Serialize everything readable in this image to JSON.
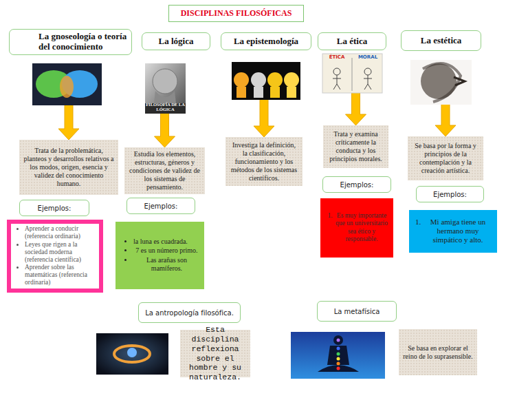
{
  "diagram": {
    "title": "DISCIPLINAS FILOSÓFICAS",
    "nodes": [
      {
        "text": [
          "La gnoseología o teoría del conocimiento"
        ]
      },
      {
        "text": [
          "La lógica"
        ]
      },
      {
        "text": [
          "La epistemología"
        ]
      },
      {
        "text": [
          "La ética"
        ]
      },
      {
        "text": [
          "La estética"
        ]
      },
      {
        "text": [
          "Trata de la problemática, planteos y desarrollos relativos a los modos, origen, esencia y validez del conocimiento humano."
        ]
      },
      {
        "text": [
          "Estudia los elementos, estructuras, géneros y condiciones de validez de los sistemas de pensamiento."
        ]
      },
      {
        "text": [
          "Investiga la definición, la clasificación, funcionamiento y los métodos de los sistemas científicos."
        ]
      },
      {
        "text": [
          "Trata y examina críticamente la conducta y los principios morales."
        ]
      },
      {
        "text": [
          "Se basa por la forma y principios de la contemplación y la creación artística."
        ]
      },
      {
        "text": [
          "Ejemplos:"
        ]
      },
      {
        "text": [
          "Ejemplos:"
        ]
      },
      {
        "text": [
          "Ejemplos:"
        ]
      },
      {
        "text": [
          "Ejemplos:"
        ]
      },
      {
        "text": [
          "Aprender a conducir (referencia ordinaria)",
          "Leyes que rigen a la sociedad moderna (referencia científica)",
          "Aprender sobre las matemáticas (referencia ordinaria)"
        ]
      },
      {
        "text": [
          "la luna es cuadrada.",
          "7 es un número primo.",
          "Las arañas son mamíferos."
        ]
      },
      {
        "text": [
          "Es muy importante que un universitario sea ético y responsable."
        ]
      },
      {
        "text": [
          "Mi amiga tiene un hermano muy simpático y alto."
        ]
      },
      {
        "text": [
          "La antropología filosófica."
        ]
      },
      {
        "text": [
          "Esta disciplina reflexiona sobre el hombre y su naturaleza."
        ]
      },
      {
        "text": [
          "La metafísica"
        ]
      },
      {
        "text": [
          "Se basa en explorar el reino de lo suprasensible."
        ]
      }
    ],
    "edges": [
      {
        "from": 0,
        "to": 5,
        "arrow": "to"
      },
      {
        "from": 1,
        "to": 6,
        "arrow": "to"
      },
      {
        "from": 2,
        "to": 7,
        "arrow": "to"
      },
      {
        "from": 3,
        "to": 8,
        "arrow": "to"
      },
      {
        "from": 4,
        "to": 9,
        "arrow": "to"
      }
    ],
    "labels": [
      "FILOSOFÍA DE LA LÓGICA",
      "ÉTICA",
      "MORAL"
    ]
  }
}
